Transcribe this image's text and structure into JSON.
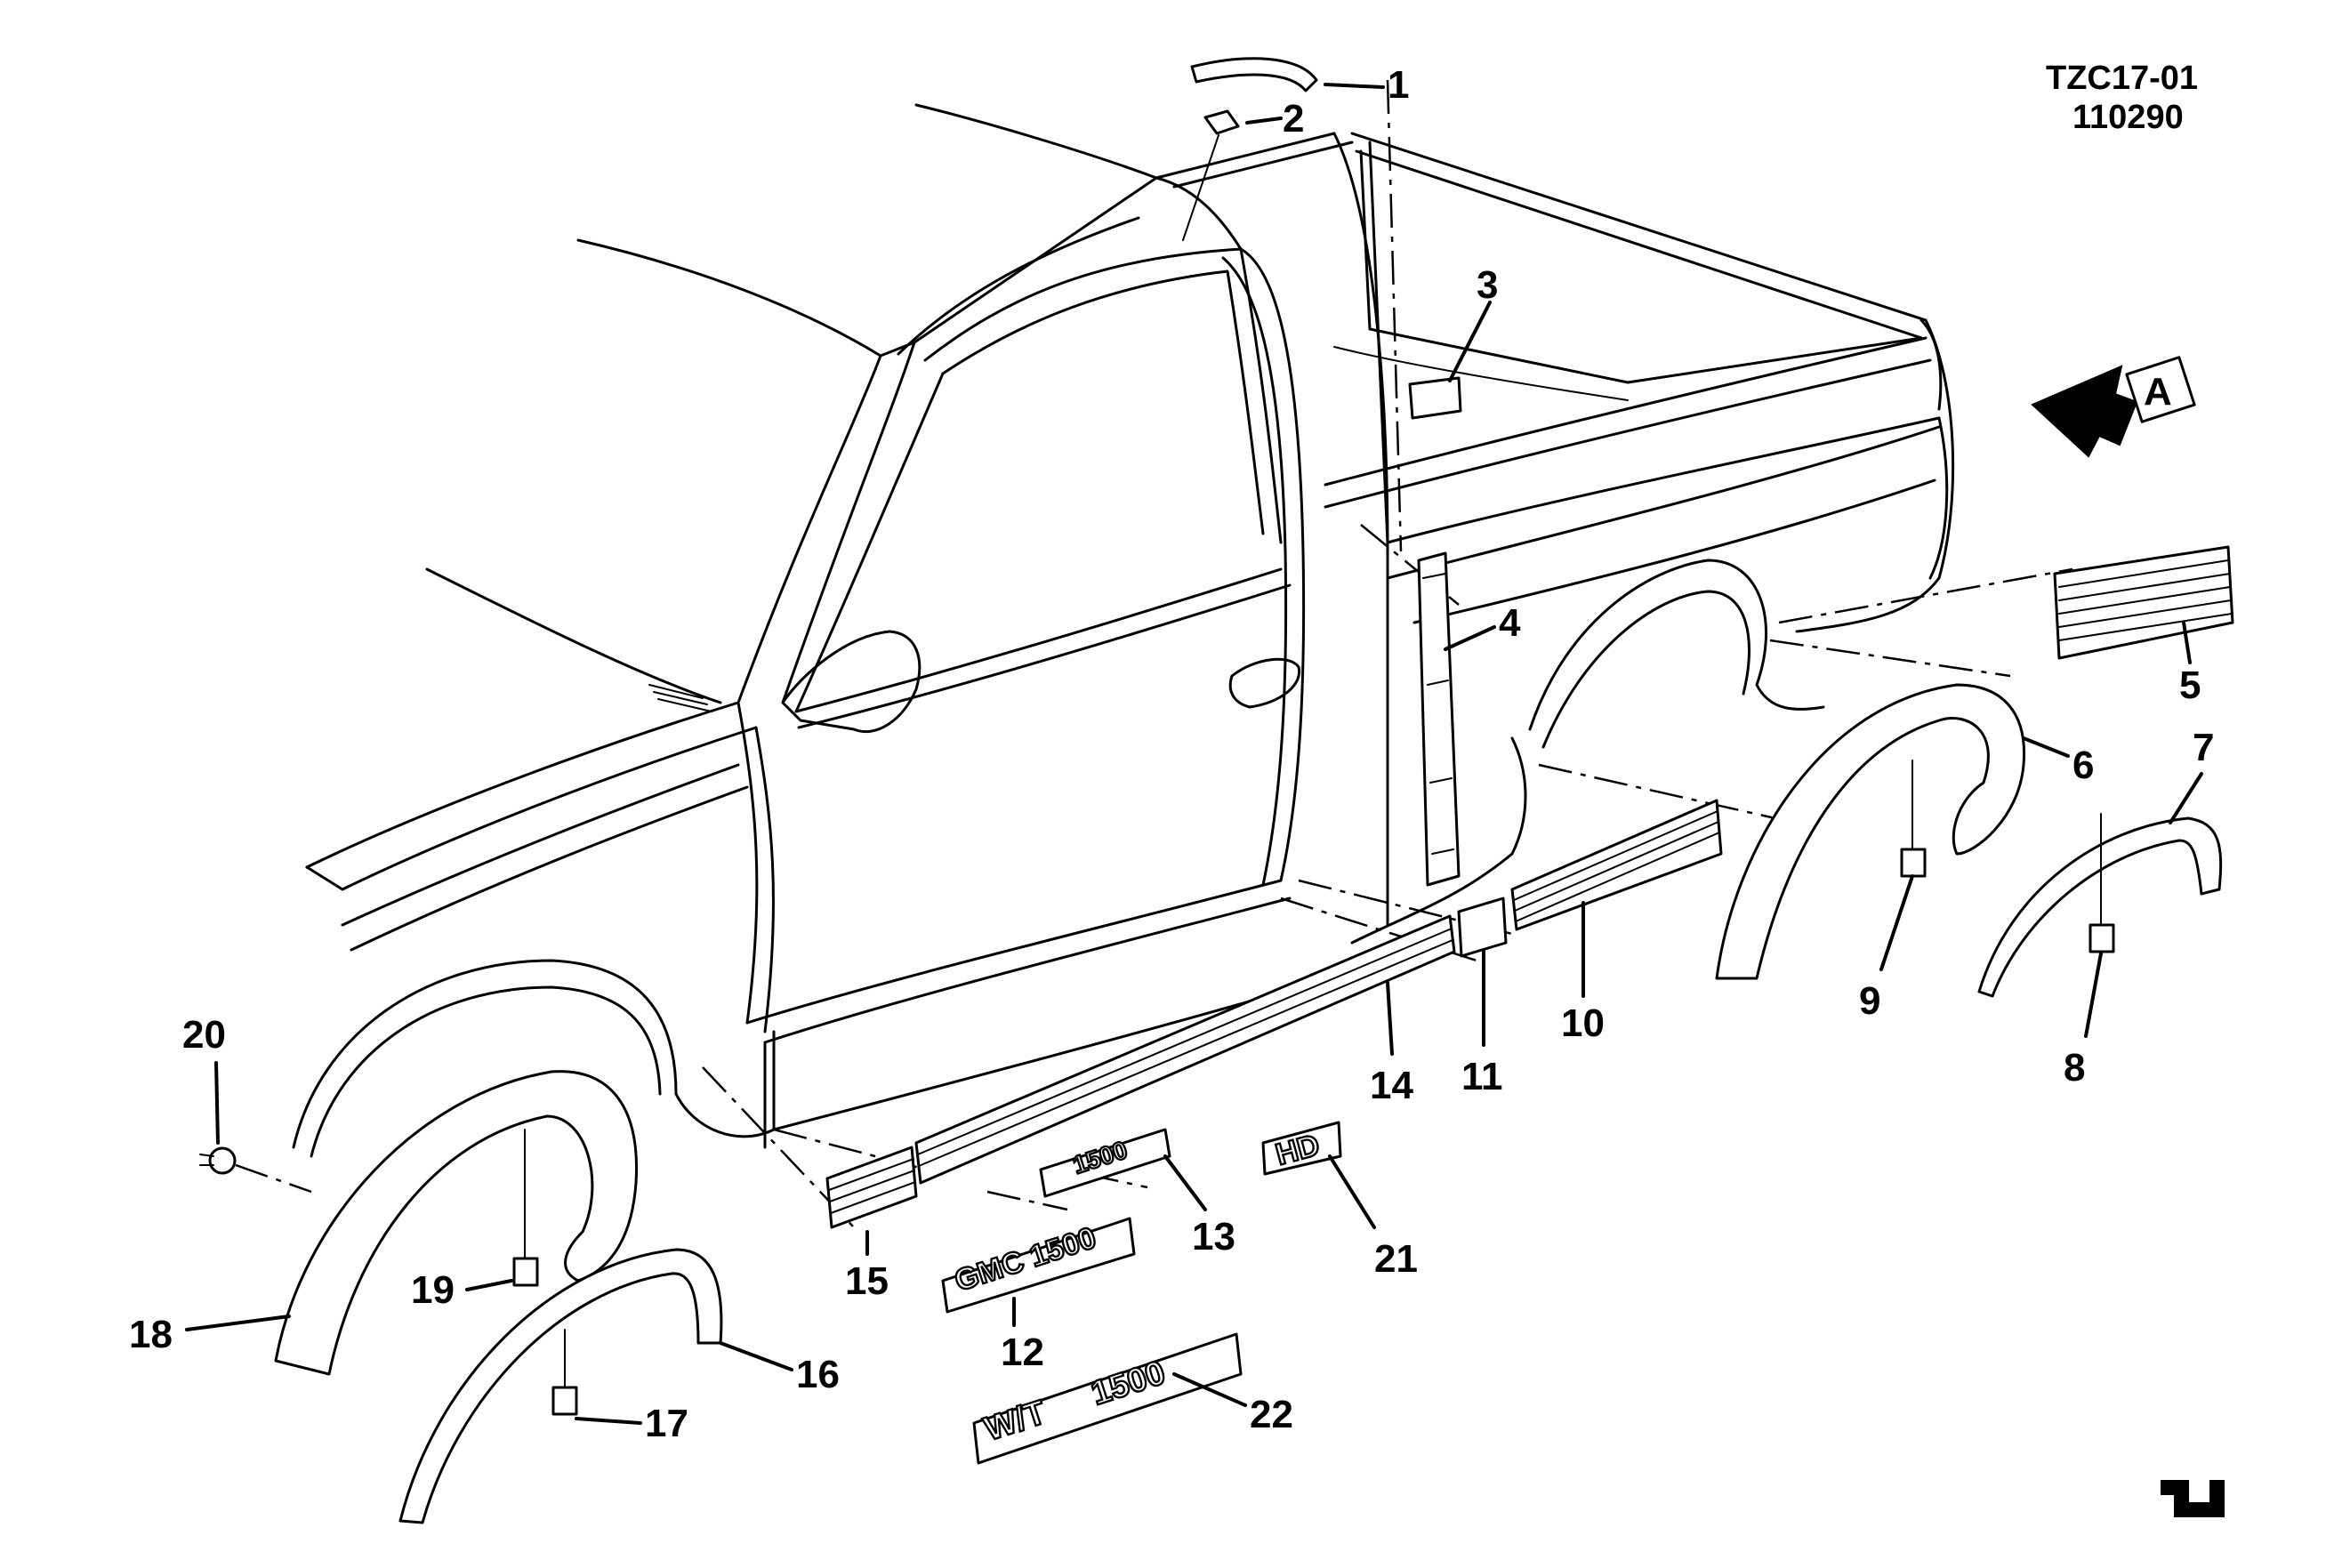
{
  "diagram": {
    "drawing_code": "TZC17-01",
    "drawing_date": "110290",
    "view_marker": "A",
    "emblems": {
      "part_12": "GMC 1500",
      "part_13": "1500",
      "part_21": "HD",
      "part_22_prefix": "W/T",
      "part_22_suffix": "1500"
    }
  },
  "callouts": [
    {
      "id": "1"
    },
    {
      "id": "2"
    },
    {
      "id": "3"
    },
    {
      "id": "4"
    },
    {
      "id": "5"
    },
    {
      "id": "6"
    },
    {
      "id": "7"
    },
    {
      "id": "8"
    },
    {
      "id": "9"
    },
    {
      "id": "10"
    },
    {
      "id": "11"
    },
    {
      "id": "12"
    },
    {
      "id": "13"
    },
    {
      "id": "14"
    },
    {
      "id": "15"
    },
    {
      "id": "16"
    },
    {
      "id": "17"
    },
    {
      "id": "18"
    },
    {
      "id": "19"
    },
    {
      "id": "20"
    },
    {
      "id": "21"
    },
    {
      "id": "22"
    }
  ]
}
